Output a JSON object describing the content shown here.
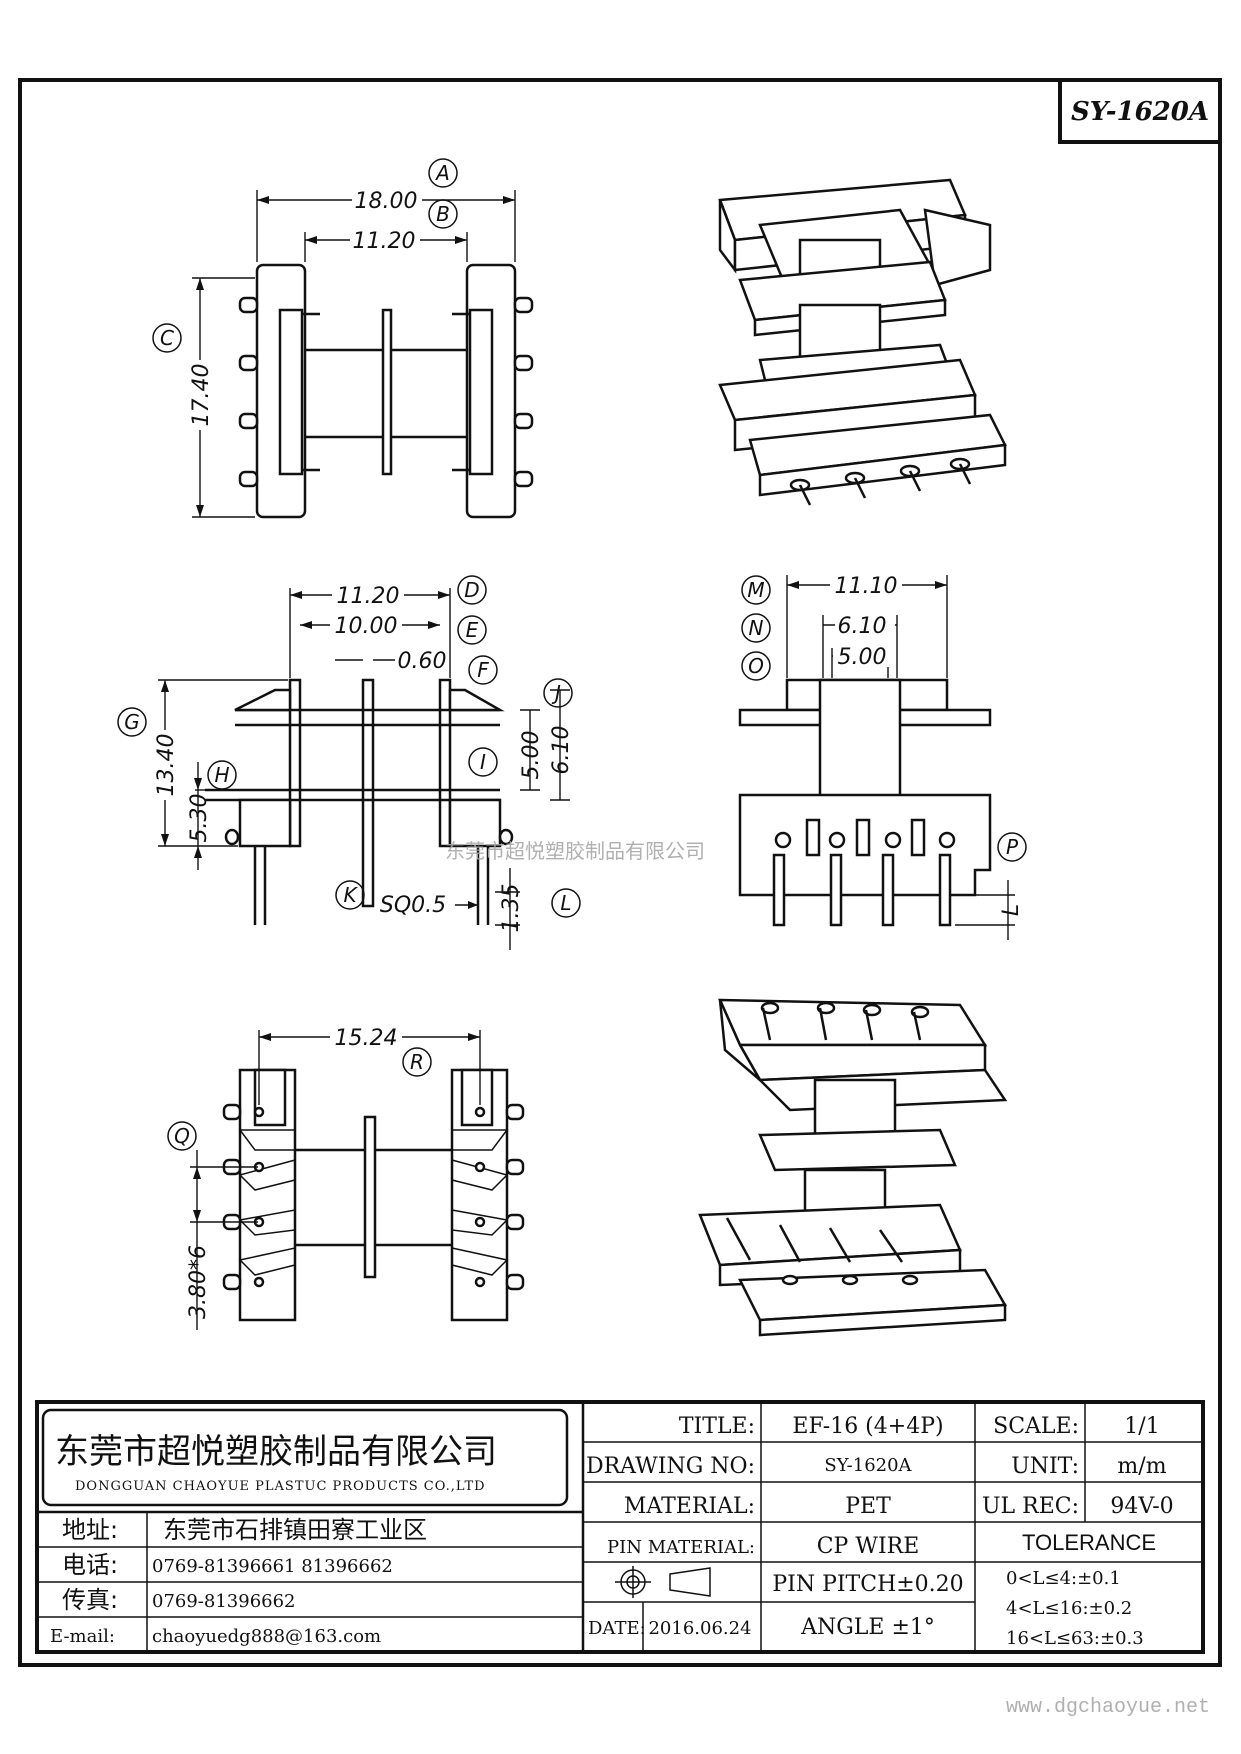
{
  "drawing_number_box": "SY-1620A",
  "dimensions": {
    "a": "18.00",
    "b": "11.20",
    "c": "17.40",
    "d": "11.20",
    "e": "10.00",
    "f": "0.60",
    "g": "13.40",
    "h": "5.30",
    "i": "5.00",
    "j": "6.10",
    "k": "SQ0.5",
    "l": "1.35",
    "m": "11.10",
    "n": "6.10",
    "o": "5.00",
    "p": "L",
    "q": "3.80*6",
    "r": "15.24"
  },
  "callouts": [
    "A",
    "B",
    "C",
    "D",
    "E",
    "F",
    "G",
    "H",
    "I",
    "J",
    "K",
    "L",
    "M",
    "N",
    "O",
    "P",
    "Q",
    "R"
  ],
  "watermark": "东莞市超悦塑胶制品有限公司",
  "site_url": "www.dgchaoyue.net",
  "title_block": {
    "company_cn": "东莞市超悦塑胶制品有限公司",
    "company_en": "DONGGUAN CHAOYUE PLASTUC PRODUCTS CO.,LTD",
    "address_label": "地址:",
    "address_value": "东莞市石排镇田寮工业区",
    "phone_label": "电话:",
    "phone_value": "0769-81396661  81396662",
    "fax_label": "传真:",
    "fax_value": "0769-81396662",
    "email_label": "E-mail:",
    "email_value": "chaoyuedg888@163.com",
    "title_label": "TITLE:",
    "title_value": "EF-16 (4+4P)",
    "drawing_no_label": "DRAWING NO:",
    "drawing_no_value": "SY-1620A",
    "material_label": "MATERIAL:",
    "material_value": "PET",
    "pin_material_label": "PIN MATERIAL:",
    "pin_material_value": "CP WIRE",
    "pin_pitch": "PIN PITCH±0.20",
    "date_label": "DATE:",
    "date_value": "2016.06.24",
    "angle": "ANGLE  ±1°",
    "scale_label": "SCALE:",
    "scale_value": "1/1",
    "unit_label": "UNIT:",
    "unit_value": "m/m",
    "ul_rec_label": "UL REC:",
    "ul_rec_value": "94V-0",
    "tolerance_label": "TOLERANCE",
    "tolerance_lines": [
      "0<L≤4:±0.1",
      "4<L≤16:±0.2",
      "16<L≤63:±0.3"
    ]
  }
}
